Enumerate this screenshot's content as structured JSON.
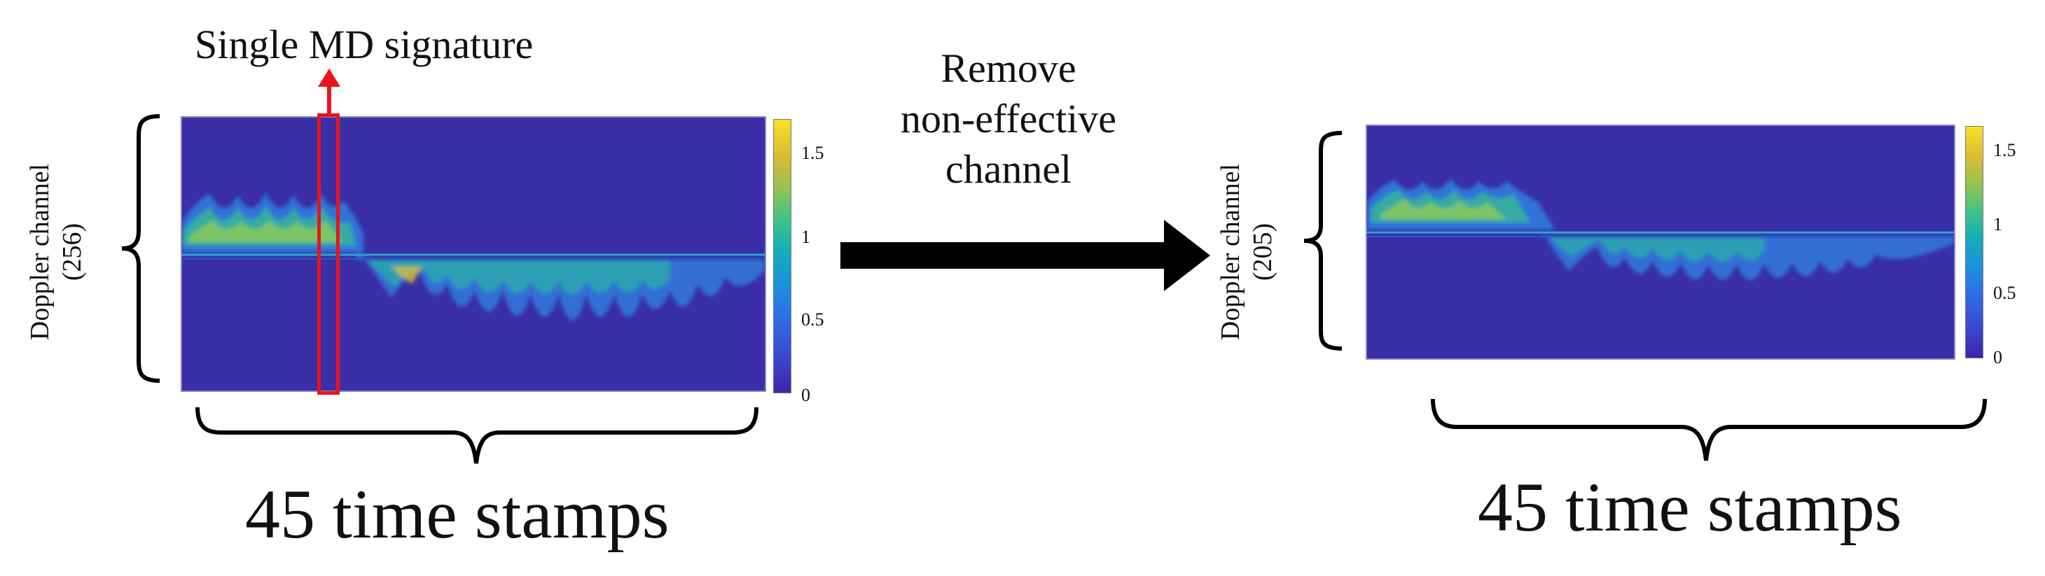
{
  "left": {
    "single_md_label": "Single MD signature",
    "ylabel_line1": "Doppler channel",
    "ylabel_line2": "(256)",
    "xlabel": "45 time stamps",
    "colorbar_ticks": [
      "1.5",
      "1",
      "0.5",
      "0"
    ]
  },
  "middle": {
    "line1": "Remove",
    "line2": "non-effective",
    "line3": "channel"
  },
  "right": {
    "ylabel_line1": "Doppler channel",
    "ylabel_line2": "(205)",
    "xlabel": "45 time stamps",
    "colorbar_ticks": [
      "1.5",
      "1",
      "0.5",
      "0"
    ]
  },
  "colors": {
    "background_field": "#3a2fa6",
    "highlight_box": "#e8141b",
    "arrow": "#000000"
  }
}
